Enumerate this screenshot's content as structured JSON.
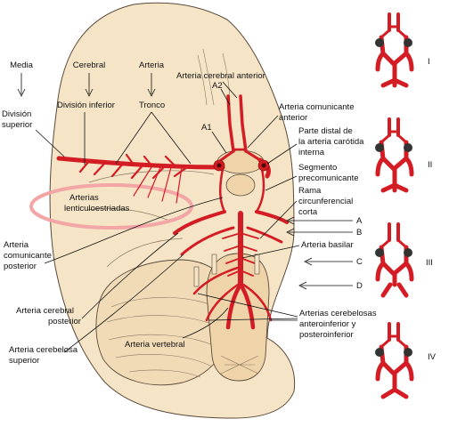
{
  "colors": {
    "artery_red": "#d41c24",
    "brain_fill": "#f6e4c6",
    "brain_outline": "#5a4a3a",
    "highlight_pink": "#f2a6a6"
  },
  "labels": {
    "media": "Media",
    "cerebral": "Cerebral",
    "arteria": "Arteria",
    "division_superior_1": "División",
    "division_superior_2": "superior",
    "division_inferior": "División inferior",
    "tronco": "Tronco",
    "a2": "A2",
    "a1": "A1",
    "arteria_cerebral_anterior": "Arteria cerebral anterior",
    "comunicante_anterior_1": "Arteria comunicante",
    "comunicante_anterior_2": "anterior",
    "carotida_1": "Parte distal de",
    "carotida_2": "la arteria carótida",
    "carotida_3": "interna",
    "segmento_1": "Segmento",
    "segmento_2": "precomunicante",
    "rama_1": "Rama",
    "rama_2": "circunferencial",
    "rama_3": "corta",
    "letter_a": "A",
    "letter_b": "B",
    "letter_c": "C",
    "letter_d": "D",
    "arteria_basilar": "Arteria basilar",
    "lenticulo_1": "Arterias",
    "lenticulo_2": "lenticuloestriadas",
    "comunicante_posterior_1": "Arteria",
    "comunicante_posterior_2": "comunicante",
    "comunicante_posterior_3": "posterior",
    "cerebral_posterior_1": "Arteria cerebral",
    "cerebral_posterior_2": "posterior",
    "cerebelosa_superior_1": "Arteria cerebelosa",
    "cerebelosa_superior_2": "superior",
    "vertebral": "Arteria vertebral",
    "cerebelosas_ant_post_1": "Arterias cerebelosas",
    "cerebelosas_ant_post_2": "anteroinferior y",
    "cerebelosas_ant_post_3": "posteroinferior",
    "variant_i": "I",
    "variant_ii": "II",
    "variant_iii": "III",
    "variant_iv": "IV"
  }
}
